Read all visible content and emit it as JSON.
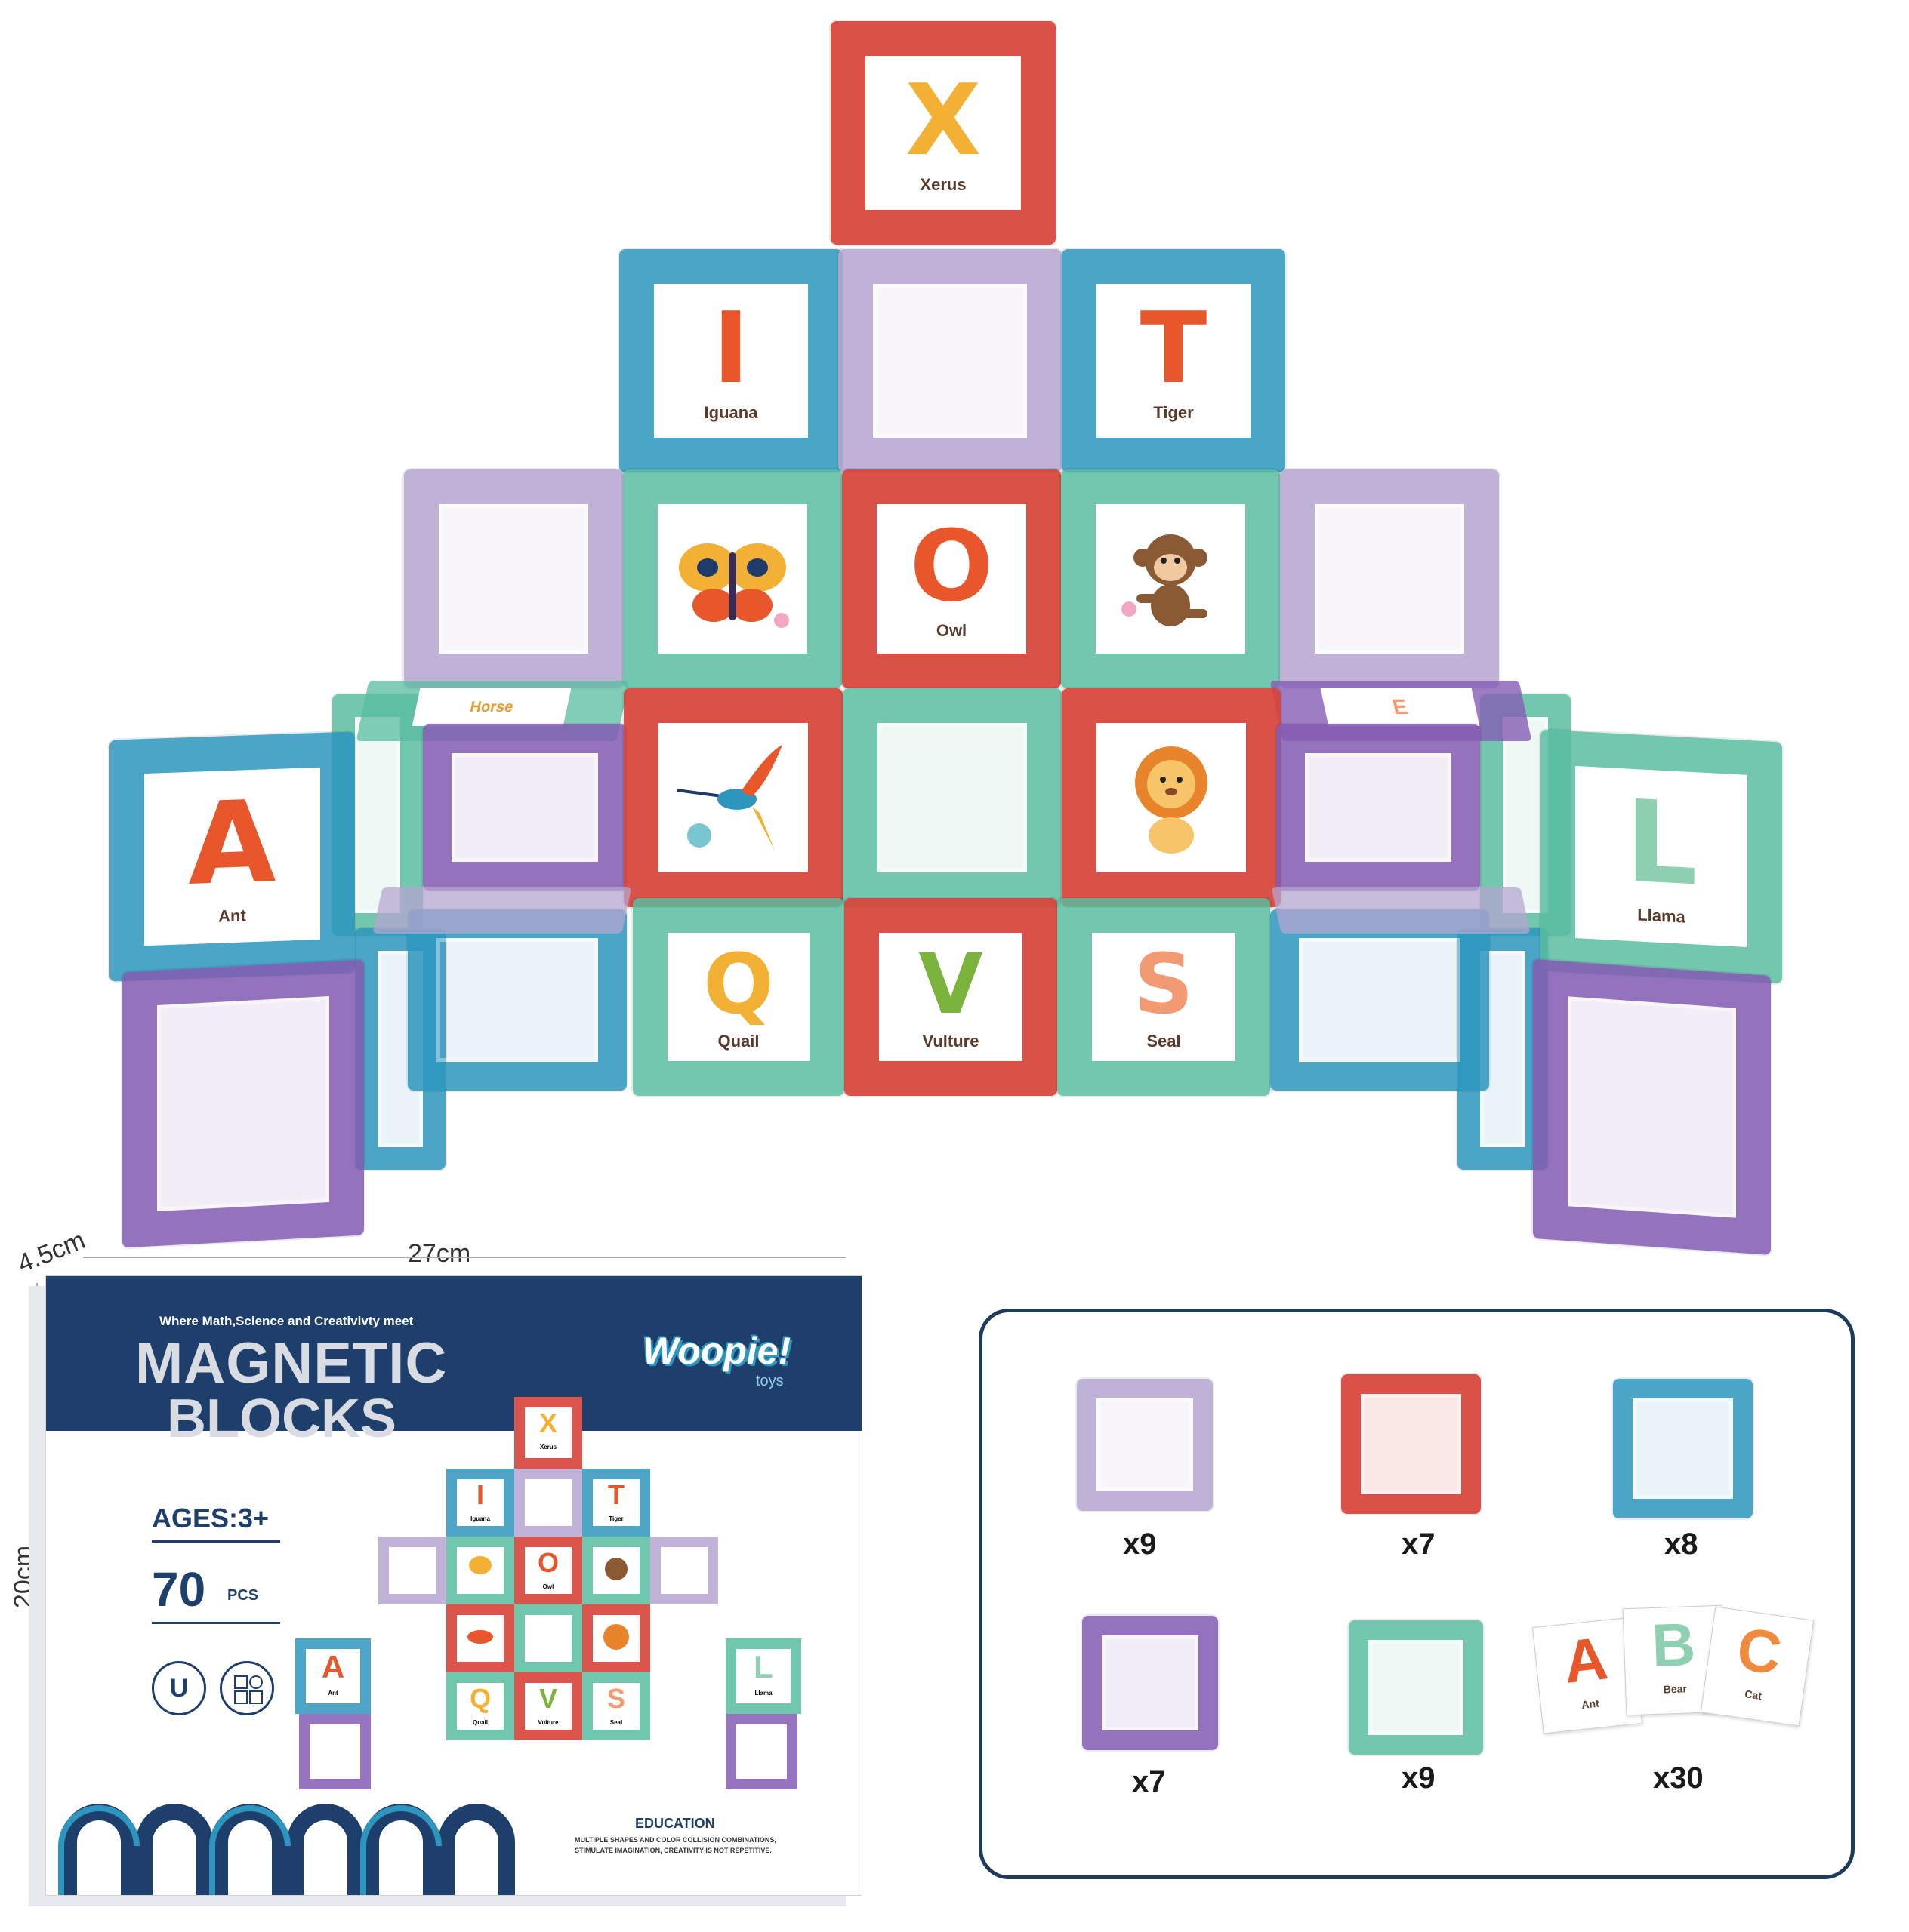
{
  "structure": {
    "tiles": [
      {
        "id": "x",
        "letter": "X",
        "word": "Xerus",
        "letter_color": "#f2b134"
      },
      {
        "id": "i",
        "letter": "I",
        "word": "Iguana",
        "letter_color": "#e8572c"
      },
      {
        "id": "t",
        "letter": "T",
        "word": "Tiger",
        "letter_color": "#e8572c"
      },
      {
        "id": "o",
        "letter": "O",
        "word": "Owl",
        "letter_color": "#e8572c"
      },
      {
        "id": "a",
        "letter": "A",
        "word": "Ant",
        "letter_color": "#e8572c"
      },
      {
        "id": "l",
        "letter": "L",
        "word": "Llama",
        "letter_color": "#8fcfb2"
      },
      {
        "id": "q",
        "letter": "Q",
        "word": "Quail",
        "letter_color": "#f2b134"
      },
      {
        "id": "v",
        "letter": "V",
        "word": "Vulture",
        "letter_color": "#7ab43c"
      },
      {
        "id": "s",
        "letter": "S",
        "word": "Seal",
        "letter_color": "#f29b72"
      }
    ],
    "partial_words": [
      "Horse",
      "E"
    ],
    "pictures": [
      "butterfly-icon",
      "monkey-icon",
      "hummingbird-icon",
      "lion-icon"
    ]
  },
  "dimensions": {
    "depth": "4.5cm",
    "width": "27cm",
    "height": "20cm"
  },
  "box": {
    "tagline": "Where Math,Science and Creativivty meet",
    "title_line1": "MAGNETIC",
    "title_line2": "BLOCKS",
    "brand": "Woopie!",
    "brand_sub": "toys",
    "ages": "AGES:3+",
    "count": "70",
    "count_unit": "PCS",
    "category": "EDUCATION",
    "desc_line1": "MULTIPLE SHAPES AND COLOR COLLISION COMBINATIONS,",
    "desc_line2": "STIMULATE IMAGINATION, CREATIVITY IS NOT REPETITIVE.",
    "mini_letters": [
      "X",
      "I",
      "T",
      "O",
      "A",
      "L",
      "Q",
      "V",
      "S"
    ],
    "mini_words": [
      "Xerus",
      "Iguana",
      "Tiger",
      "Owl",
      "Ant",
      "Llama",
      "Quail",
      "Vulture",
      "Seal"
    ]
  },
  "parts": [
    {
      "color": "#b6a6d0",
      "qty": "x9"
    },
    {
      "color": "#d6443a",
      "qty": "x7"
    },
    {
      "color": "#2e96be",
      "qty": "x8"
    },
    {
      "color": "#845cb4",
      "qty": "x7"
    },
    {
      "color": "#58bca0",
      "qty": "x9"
    },
    {
      "type": "cards",
      "qty": "x30",
      "cards": [
        {
          "letter": "A",
          "word": "Ant",
          "color": "#e8572c"
        },
        {
          "letter": "B",
          "word": "Bear",
          "color": "#8fcfb2"
        },
        {
          "letter": "C",
          "word": "Cat",
          "color": "#f08a3c"
        }
      ]
    }
  ]
}
